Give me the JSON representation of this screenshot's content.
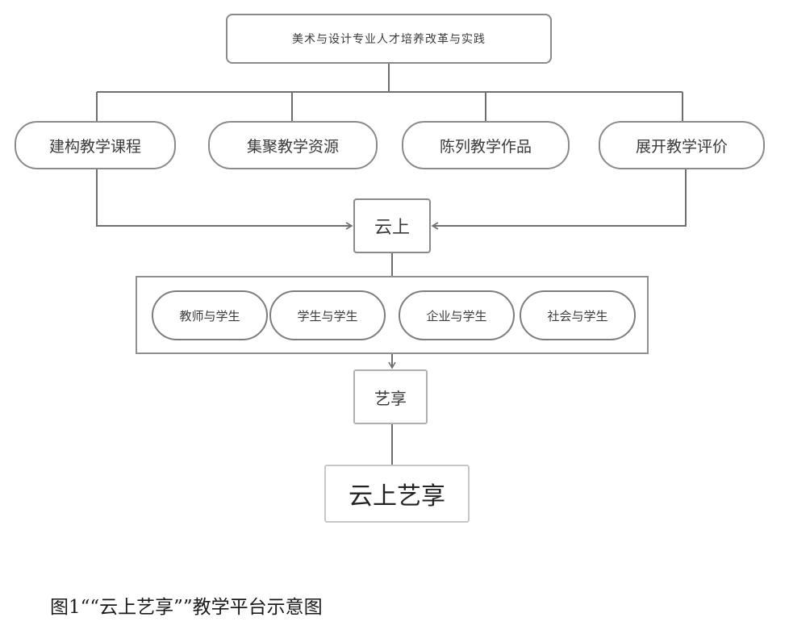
{
  "diagram": {
    "root": "美术与设计专业人才培养改革与实践",
    "branches": [
      "建构教学课程",
      "集聚教学资源",
      "陈列教学作品",
      "展开教学评价"
    ],
    "cloud": "云上",
    "pairs": [
      "教师与学生",
      "学生与学生",
      "企业与学生",
      "社会与学生"
    ],
    "share": "艺享",
    "final": "云上艺享",
    "line_color": "#6f6f6f"
  },
  "caption": "图1““云上艺享””教学平台示意图"
}
